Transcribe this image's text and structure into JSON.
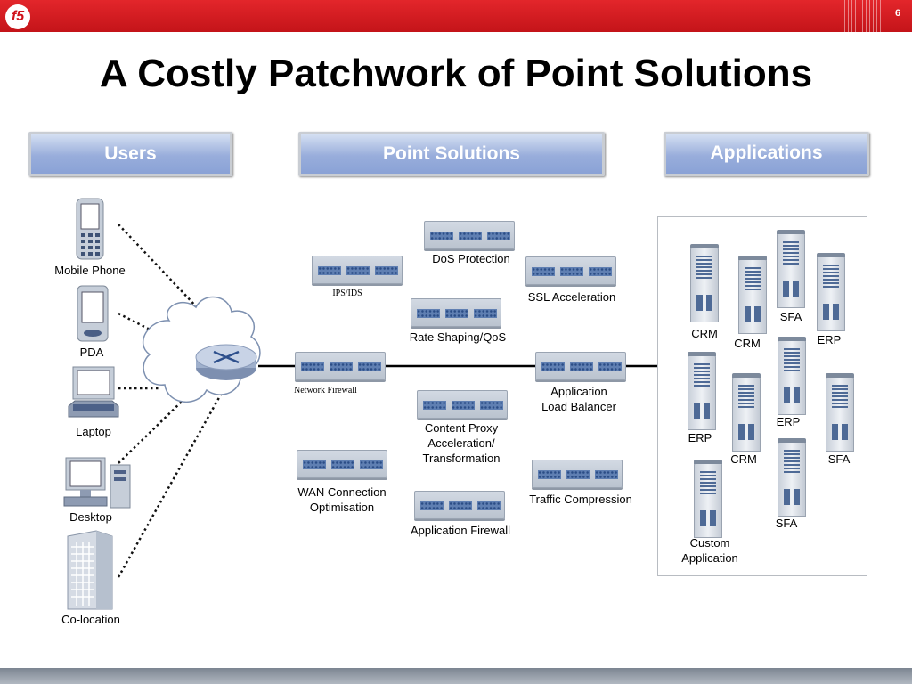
{
  "header": {
    "page_number": "6",
    "logo_text": "f5"
  },
  "title": "A Costly Patchwork of Point Solutions",
  "sections": {
    "users": "Users",
    "point_solutions": "Point Solutions",
    "applications": "Applications"
  },
  "users": {
    "mobile_phone": "Mobile Phone",
    "pda": "PDA",
    "laptop": "Laptop",
    "desktop": "Desktop",
    "colocation": "Co-location"
  },
  "solutions": {
    "dos_protection": "DoS Protection",
    "ips_ids": "IPS/IDS",
    "ssl_acceleration": "SSL Acceleration",
    "rate_shaping": "Rate Shaping/QoS",
    "network_firewall": "Network Firewall",
    "app_load_balancer_1": "Application",
    "app_load_balancer_2": "Load Balancer",
    "content_proxy_1": "Content Proxy",
    "content_proxy_2": "Acceleration/",
    "content_proxy_3": "Transformation",
    "wan_1": "WAN Connection",
    "wan_2": "Optimisation",
    "traffic_compression": "Traffic Compression",
    "app_firewall": "Application Firewall"
  },
  "applications": {
    "crm_a": "CRM",
    "crm_b": "CRM",
    "sfa_a": "SFA",
    "erp_a": "ERP",
    "erp_b": "ERP",
    "erp_c": "ERP",
    "crm_c": "CRM",
    "sfa_b": "SFA",
    "sfa_c": "SFA",
    "custom_1": "Custom",
    "custom_2": "Application"
  },
  "colors": {
    "accent_red": "#d0121a",
    "header_blue": "#9aaedb"
  }
}
